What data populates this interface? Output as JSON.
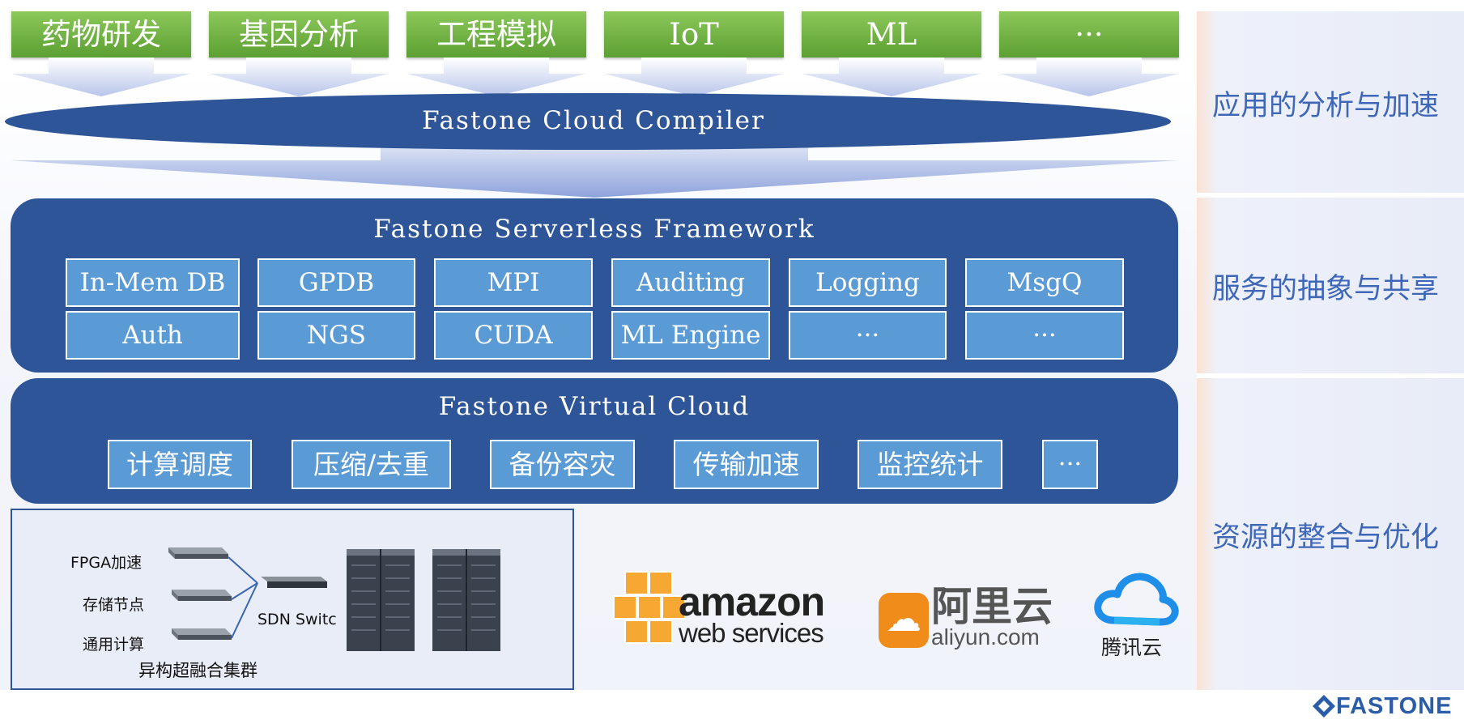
{
  "apps": [
    {
      "label": "药物研发"
    },
    {
      "label": "基因分析"
    },
    {
      "label": "工程模拟"
    },
    {
      "label": "IoT"
    },
    {
      "label": "ML"
    },
    {
      "label": "···"
    }
  ],
  "compiler": {
    "label": "Fastone Cloud Compiler"
  },
  "serverless": {
    "title": "Fastone Serverless Framework",
    "row1": [
      "In-Mem DB",
      "GPDB",
      "MPI",
      "Auditing",
      "Logging",
      "MsgQ"
    ],
    "row2": [
      "Auth",
      "NGS",
      "CUDA",
      "ML Engine",
      "···",
      "···"
    ]
  },
  "virtual_cloud": {
    "title": "Fastone Virtual Cloud",
    "items": [
      "计算调度",
      "压缩/去重",
      "备份容灾",
      "传输加速",
      "监控统计",
      "···"
    ]
  },
  "cluster": {
    "nodes": [
      "FPGA加速",
      "存储节点",
      "通用计算"
    ],
    "switch_label": "SDN Switc",
    "caption": "异构超融合集群"
  },
  "providers": {
    "aws": {
      "line1": "amazon",
      "line2": "web services"
    },
    "aliyun": {
      "cn": "阿里云",
      "en": "aliyun.com"
    },
    "tencent": {
      "label": "腾讯云"
    }
  },
  "layers": [
    {
      "label": "应用的分析与加速"
    },
    {
      "label": "服务的抽象与共享"
    },
    {
      "label": "资源的整合与优化"
    }
  ],
  "brand": {
    "name": "FASTONE"
  },
  "colors": {
    "navy": "#2e5597",
    "cell_blue": "#5b9bd5",
    "green": "#6fb03f",
    "layer_text": "#3f67b8",
    "aws_orange": "#f7a833",
    "aliyun_orange": "#f08c1a",
    "tencent_blue": "#1f8ee8"
  }
}
